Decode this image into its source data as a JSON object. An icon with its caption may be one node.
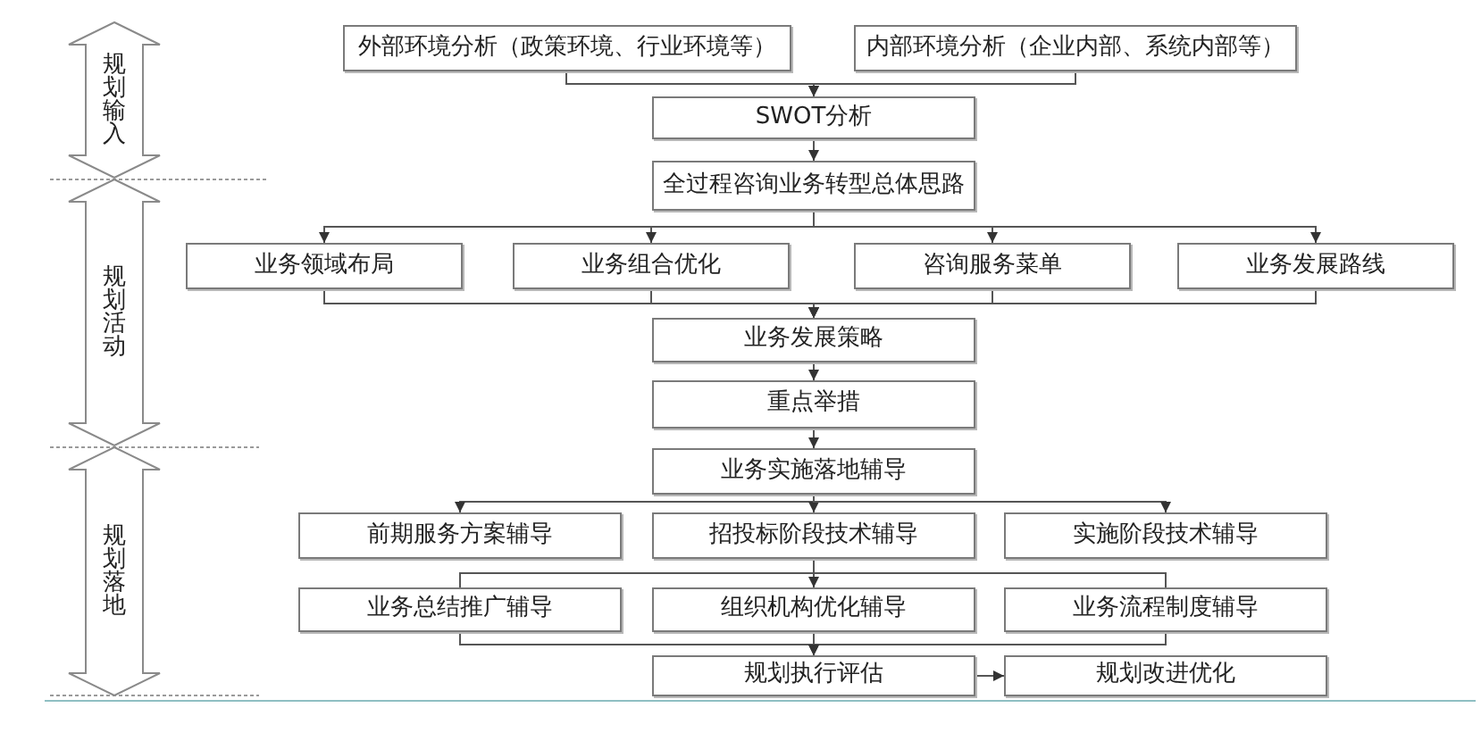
{
  "diagram": {
    "nodes": [
      {
        "text": [
          "规划输入"
        ]
      },
      {
        "text": [
          "规划活动"
        ]
      },
      {
        "text": [
          "规划落地"
        ]
      },
      {
        "text": [
          "外部环境分析（政策环境、行业环境等）"
        ]
      },
      {
        "text": [
          "内部环境分析（企业内部、系统内部等）"
        ]
      },
      {
        "text": [
          "SWOT分析"
        ]
      },
      {
        "text": [
          "全过程咨询业务转型总体思路"
        ]
      },
      {
        "text": [
          "业务领域布局"
        ]
      },
      {
        "text": [
          "业务组合优化"
        ]
      },
      {
        "text": [
          "咨询服务菜单"
        ]
      },
      {
        "text": [
          "业务发展路线"
        ]
      },
      {
        "text": [
          "业务发展策略"
        ]
      },
      {
        "text": [
          "重点举措"
        ]
      },
      {
        "text": [
          "业务实施落地辅导"
        ]
      },
      {
        "text": [
          "前期服务方案辅导"
        ]
      },
      {
        "text": [
          "招投标阶段技术辅导"
        ]
      },
      {
        "text": [
          "实施阶段技术辅导"
        ]
      },
      {
        "text": [
          "业务总结推广辅导"
        ]
      },
      {
        "text": [
          "组织机构优化辅导"
        ]
      },
      {
        "text": [
          "业务流程制度辅导"
        ]
      },
      {
        "text": [
          "规划执行评估"
        ]
      },
      {
        "text": [
          "规划改进优化"
        ]
      }
    ],
    "edges": [
      {
        "from": 3,
        "to": 5,
        "arrow": "to"
      },
      {
        "from": 4,
        "to": 5,
        "arrow": "to"
      },
      {
        "from": 5,
        "to": 6,
        "arrow": "to"
      },
      {
        "from": 6,
        "to": 7,
        "arrow": "to"
      },
      {
        "from": 6,
        "to": 8,
        "arrow": "to"
      },
      {
        "from": 6,
        "to": 9,
        "arrow": "to"
      },
      {
        "from": 6,
        "to": 10,
        "arrow": "to"
      },
      {
        "from": 7,
        "to": 11,
        "arrow": "to"
      },
      {
        "from": 8,
        "to": 11,
        "arrow": "to"
      },
      {
        "from": 9,
        "to": 11,
        "arrow": "to"
      },
      {
        "from": 10,
        "to": 11,
        "arrow": "to"
      },
      {
        "from": 11,
        "to": 12,
        "arrow": "to"
      },
      {
        "from": 12,
        "to": 13,
        "arrow": "to"
      },
      {
        "from": 13,
        "to": 14,
        "arrow": "to"
      },
      {
        "from": 13,
        "to": 15,
        "arrow": "to"
      },
      {
        "from": 13,
        "to": 16,
        "arrow": "to"
      },
      {
        "from": 15,
        "to": 17,
        "arrow": "none"
      },
      {
        "from": 15,
        "to": 18,
        "arrow": "to"
      },
      {
        "from": 15,
        "to": 19,
        "arrow": "none"
      },
      {
        "from": 17,
        "to": 20,
        "arrow": "to"
      },
      {
        "from": 18,
        "to": 20,
        "arrow": "to"
      },
      {
        "from": 19,
        "to": 20,
        "arrow": "to"
      },
      {
        "from": 20,
        "to": 21,
        "arrow": "to"
      }
    ]
  }
}
